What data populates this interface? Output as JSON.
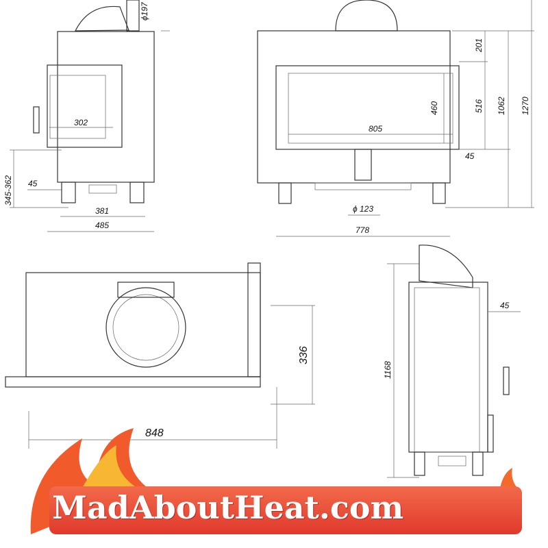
{
  "front_left_view": {
    "flue_diameter": "ϕ197",
    "glass_width": "302",
    "leg_height": "345-362",
    "offset": "45",
    "leg_span": "381",
    "body_width": "485"
  },
  "front_view": {
    "top_section": "201",
    "door_height": "516",
    "body_height": "1062",
    "total_height": "1270",
    "glass_height": "460",
    "glass_width": "805",
    "offset": "45",
    "air_inlet_diameter": "ϕ 123",
    "body_width": "778"
  },
  "top_view": {
    "depth": "336",
    "width": "848"
  },
  "side_view": {
    "height": "1168",
    "offset": "45"
  },
  "logo": {
    "text": "MadAboutHeat.com",
    "colors": {
      "band": "#e8432f",
      "flame": "#f5a623"
    }
  }
}
